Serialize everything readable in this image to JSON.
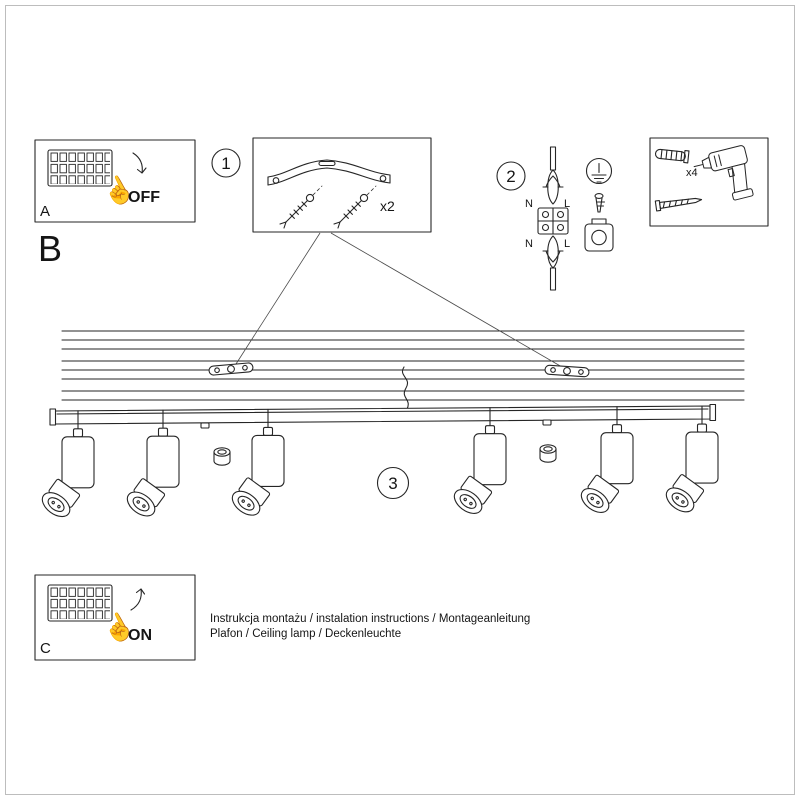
{
  "diagram": {
    "section_a": {
      "label": "A",
      "switch_state": "OFF"
    },
    "section_b": {
      "label": "B"
    },
    "section_c": {
      "label": "C",
      "switch_state": "ON"
    },
    "step1": {
      "number": "1",
      "quantity": "x2"
    },
    "step2": {
      "number": "2",
      "wire_top_n": "N",
      "wire_top_l": "L",
      "wire_bottom_n": "N",
      "wire_bottom_l": "L"
    },
    "step3": {
      "number": "3"
    },
    "tools": {
      "anchor_quantity": "x4"
    },
    "icons": {
      "hand_press": "☝"
    },
    "footer": {
      "line1": "Instrukcja montażu / instalation instructions / Montageanleitung",
      "line2": "Plafon / Ceiling lamp / Deckenleuchte"
    }
  }
}
